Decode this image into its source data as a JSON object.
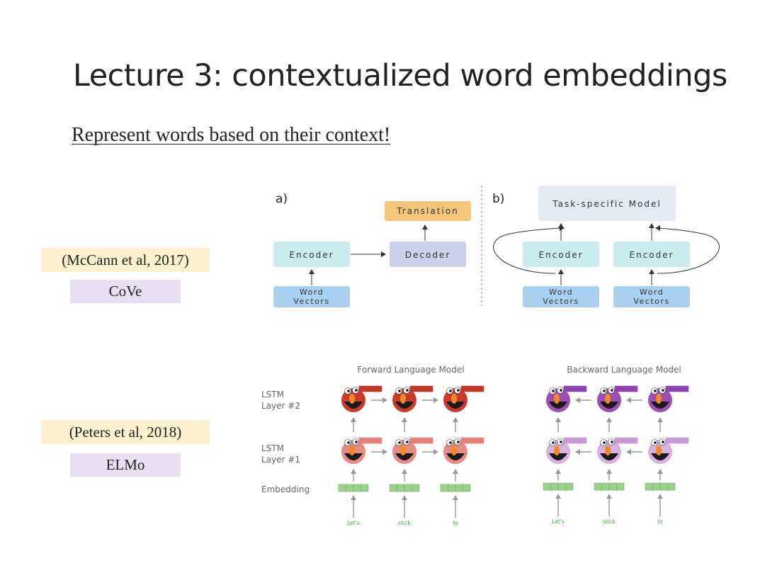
{
  "slide": {
    "title": "Lecture 3: contextualized word embeddings",
    "subtitle": "Represent words based on their context!"
  },
  "cove": {
    "citation": "(McCann et al, 2017)",
    "name": "CoVe",
    "panel_a": {
      "label": "a)",
      "translation": "Translation",
      "encoder": "Encoder",
      "decoder": "Decoder",
      "word_vectors_1": "Word",
      "word_vectors_2": "Vectors"
    },
    "panel_b": {
      "label": "b)",
      "task_model": "Task-specific Model",
      "encoder": "Encoder",
      "word_vectors_1": "Word",
      "word_vectors_2": "Vectors"
    }
  },
  "elmo": {
    "citation": "(Peters et al, 2018)",
    "name": "ELMo",
    "forward_title": "Forward Language Model",
    "backward_title": "Backward Language Model",
    "layer2_line1": "LSTM",
    "layer2_line2": "Layer #2",
    "layer1_line1": "LSTM",
    "layer1_line2": "Layer #1",
    "embedding_label": "Embedding",
    "words": [
      "Let's",
      "stick",
      "to"
    ]
  },
  "colors": {
    "citation_bg": "#fdf0cf",
    "model_bg": "#e8dff0",
    "encoder": "#c9ecec",
    "decoder": "#cdd1ec",
    "word_vectors": "#a9d0ee",
    "translation": "#f4c67a",
    "task_model": "#e4e9f2",
    "elmo_forward": "#c0392b",
    "elmo_backward": "#8e44ad",
    "embedding": "#9bd08d",
    "word_text": "#3aa63a"
  }
}
